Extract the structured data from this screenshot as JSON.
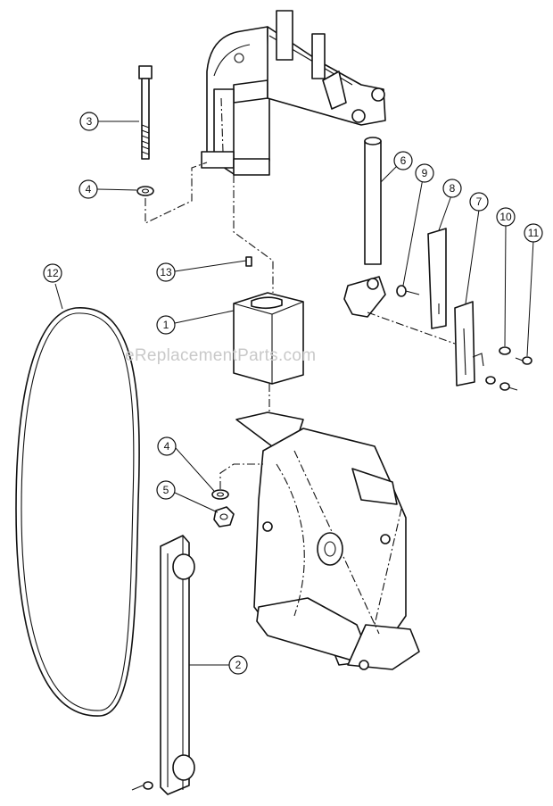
{
  "watermark": "eReplacementParts.com",
  "callouts": [
    {
      "id": "c1",
      "label": "1"
    },
    {
      "id": "c2",
      "label": "2"
    },
    {
      "id": "c3",
      "label": "3"
    },
    {
      "id": "c4a",
      "label": "4"
    },
    {
      "id": "c4b",
      "label": "4"
    },
    {
      "id": "c5",
      "label": "5"
    },
    {
      "id": "c6",
      "label": "6"
    },
    {
      "id": "c7",
      "label": "7"
    },
    {
      "id": "c8",
      "label": "8"
    },
    {
      "id": "c9",
      "label": "9"
    },
    {
      "id": "c10",
      "label": "10"
    },
    {
      "id": "c11",
      "label": "11"
    },
    {
      "id": "c12",
      "label": "12"
    },
    {
      "id": "c13",
      "label": "13"
    }
  ]
}
